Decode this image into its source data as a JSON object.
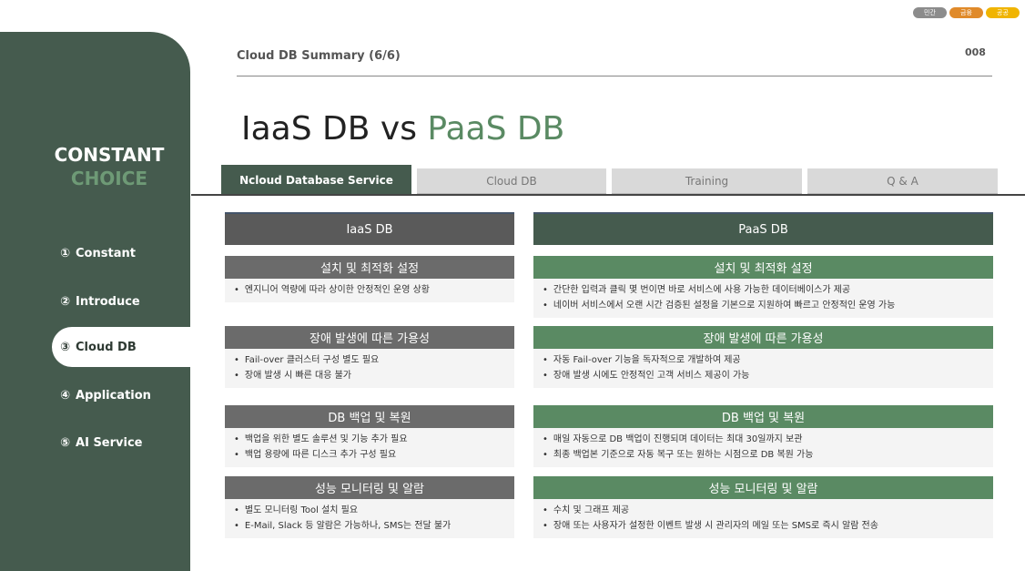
{
  "badges": [
    {
      "label": "민간",
      "color": "#8c8c8c"
    },
    {
      "label": "금융",
      "color": "#e08a2a"
    },
    {
      "label": "공공",
      "color": "#f0b400"
    }
  ],
  "header": {
    "title": "Cloud DB Summary (6/6)",
    "page_number": "008"
  },
  "brand": {
    "line1": "CONSTANT",
    "line2": "CHOICE"
  },
  "nav": [
    {
      "num": "①",
      "label": "Constant"
    },
    {
      "num": "②",
      "label": "Introduce"
    },
    {
      "num": "③",
      "label": "Cloud DB"
    },
    {
      "num": "④",
      "label": "Application"
    },
    {
      "num": "⑤",
      "label": "AI Service"
    }
  ],
  "main_title": {
    "part1": "IaaS DB vs ",
    "part2": "PaaS DB"
  },
  "tabs": [
    "Ncloud Database Service",
    "Cloud DB",
    "Training",
    "Q & A"
  ],
  "comparison": {
    "left_header": "IaaS DB",
    "right_header": "PaaS DB",
    "sections": [
      {
        "title": "설치 및 최적화 설정",
        "left": [
          "엔지니어 역량에 따라 상이한 안정적인 운영 상황"
        ],
        "right": [
          "간단한 입력과 클릭 몇 번이면 바로 서비스에 사용 가능한 데이터베이스가 제공",
          "네이버 서비스에서 오랜 시간 검증된 설정을 기본으로 지원하여 빠르고 안정적인 운영 가능"
        ]
      },
      {
        "title": "장애 발생에 따른 가용성",
        "left": [
          "Fail-over 클러스터 구성 별도 필요",
          "장애 발생 시 빠른 대응 불가"
        ],
        "right": [
          "자동 Fail-over 기능을 독자적으로 개발하여 제공",
          "장애 발생 시에도 안정적인 고객 서비스 제공이 가능"
        ]
      },
      {
        "title": "DB 백업 및 복원",
        "left": [
          "백업을 위한 별도 솔루션 및 기능 추가 필요",
          "백업 용량에 따른 디스크 추가 구성 필요"
        ],
        "right": [
          "매일 자동으로 DB 백업이 진행되며 데이터는 최대 30일까지 보관",
          "최종 백업본 기준으로 자동 복구 또는 원하는 시점으로 DB 복원 가능"
        ]
      },
      {
        "title": "성능 모니터링 및 알람",
        "left": [
          "별도 모니터링 Tool 설치 필요",
          "E-Mail, Slack 등 알람은 가능하나, SMS는 전달 불가"
        ],
        "right": [
          "수치 및 그래프 제공",
          "장애 또는 사용자가 설정한 이벤트 발생 시 관리자의 메일 또는 SMS로 즉시 알람 전송"
        ]
      }
    ]
  }
}
